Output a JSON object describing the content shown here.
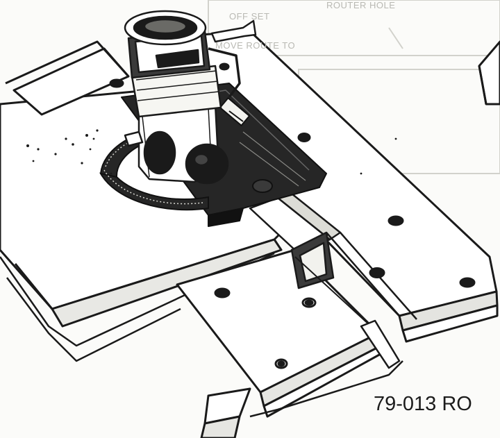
{
  "figure": {
    "caption": "79-013 RO",
    "background_text": [
      "OFF SET",
      "MOVE ROUTE TO",
      "ROUTER HOLE"
    ],
    "colors": {
      "ink": "#1a1a1a",
      "paper": "#fbfbf9",
      "faded_print": "#c9c9c3",
      "board_fill": "#ffffff",
      "plate_fill": "#262626"
    }
  }
}
